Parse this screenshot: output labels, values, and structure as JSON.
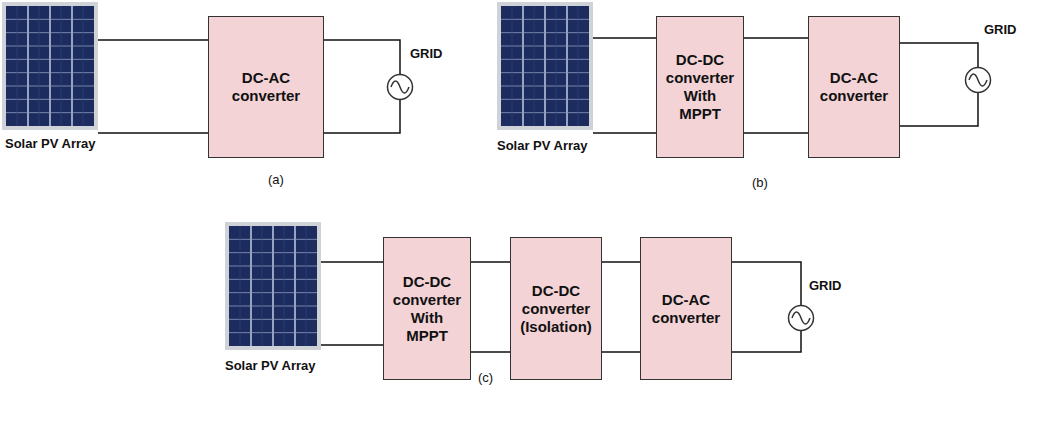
{
  "diagram": {
    "nodes": [
      {
        "text": [
          "Solar PV Array"
        ]
      },
      {
        "text": [
          "DC-AC converter"
        ]
      },
      {
        "text": [
          "GRID"
        ]
      },
      {
        "text": [
          "Solar PV Array"
        ]
      },
      {
        "text": [
          "DC-DC converter With MPPT"
        ]
      },
      {
        "text": [
          "DC-AC converter"
        ]
      },
      {
        "text": [
          "GRID"
        ]
      },
      {
        "text": [
          "Solar PV Array"
        ]
      },
      {
        "text": [
          "DC-DC converter With MPPT"
        ]
      },
      {
        "text": [
          "DC-DC converter (Isolation)"
        ]
      },
      {
        "text": [
          "DC-AC converter"
        ]
      },
      {
        "text": [
          "GRID"
        ]
      }
    ],
    "edges": [
      {
        "from": 0,
        "to": 1,
        "arrow": "none"
      },
      {
        "from": 1,
        "to": 2,
        "arrow": "none"
      },
      {
        "from": 3,
        "to": 4,
        "arrow": "none"
      },
      {
        "from": 4,
        "to": 5,
        "arrow": "none"
      },
      {
        "from": 5,
        "to": 6,
        "arrow": "none"
      },
      {
        "from": 7,
        "to": 8,
        "arrow": "none"
      },
      {
        "from": 8,
        "to": 9,
        "arrow": "none"
      },
      {
        "from": 9,
        "to": 10,
        "arrow": "none"
      },
      {
        "from": 10,
        "to": 11,
        "arrow": "none"
      }
    ],
    "labels": [
      "(a)",
      "(b)",
      "(c)"
    ]
  }
}
